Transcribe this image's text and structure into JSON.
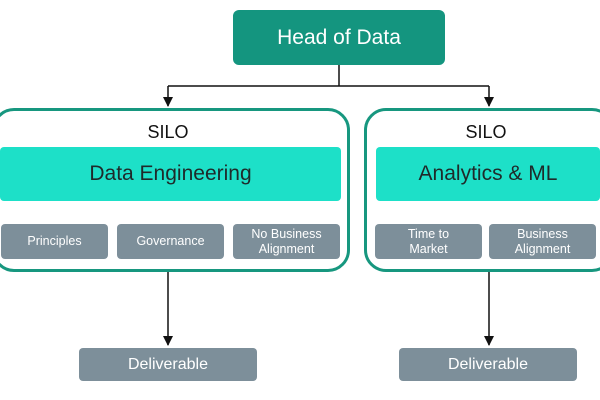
{
  "head": {
    "label": "Head of Data"
  },
  "silos": [
    {
      "title": "SILO",
      "banner": "Data Engineering",
      "tags": [
        "Principles",
        "Governance",
        "No Business Alignment"
      ],
      "deliverable": "Deliverable"
    },
    {
      "title": "SILO",
      "banner": "Analytics & ML",
      "tags": [
        "Time to Market",
        "Business Alignment"
      ],
      "deliverable": "Deliverable"
    }
  ],
  "colors": {
    "head": "#14957f",
    "silo_border": "#17977f",
    "banner": "#1de0c8",
    "tag": "#7d8f9a"
  }
}
